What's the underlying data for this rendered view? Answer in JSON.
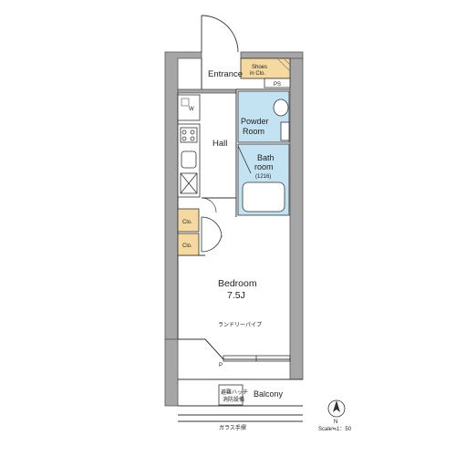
{
  "rooms": {
    "entrance": "Entrance",
    "shoes_line1": "Shoes",
    "shoes_line2": "in Clo.",
    "ps": "PS",
    "w": "W",
    "powder_line1": "Powder",
    "powder_line2": "Room",
    "hall": "Hall",
    "bath_line1": "Bath",
    "bath_line2": "room",
    "bath_size": "(1216)",
    "clo_top": "Clo.",
    "clo_bottom": "Clo.",
    "bedroom": "Bedroom",
    "bedroom_size": "7.5J",
    "laundry_pipe": "ランドリーパイプ",
    "p_mark": "P",
    "balcony": "Balcony",
    "fire_box_line1": "避難ハッチ",
    "fire_box_line2": "消防設備",
    "glass_rail": "ガラス手摺"
  },
  "compass": {
    "north": "N"
  },
  "scale": {
    "label": "Scale≒1：50"
  },
  "colors": {
    "wet_area": "#c3e2f2",
    "closet": "#f5d9a0",
    "wall": "#a6a6a6",
    "line": "#333333"
  }
}
